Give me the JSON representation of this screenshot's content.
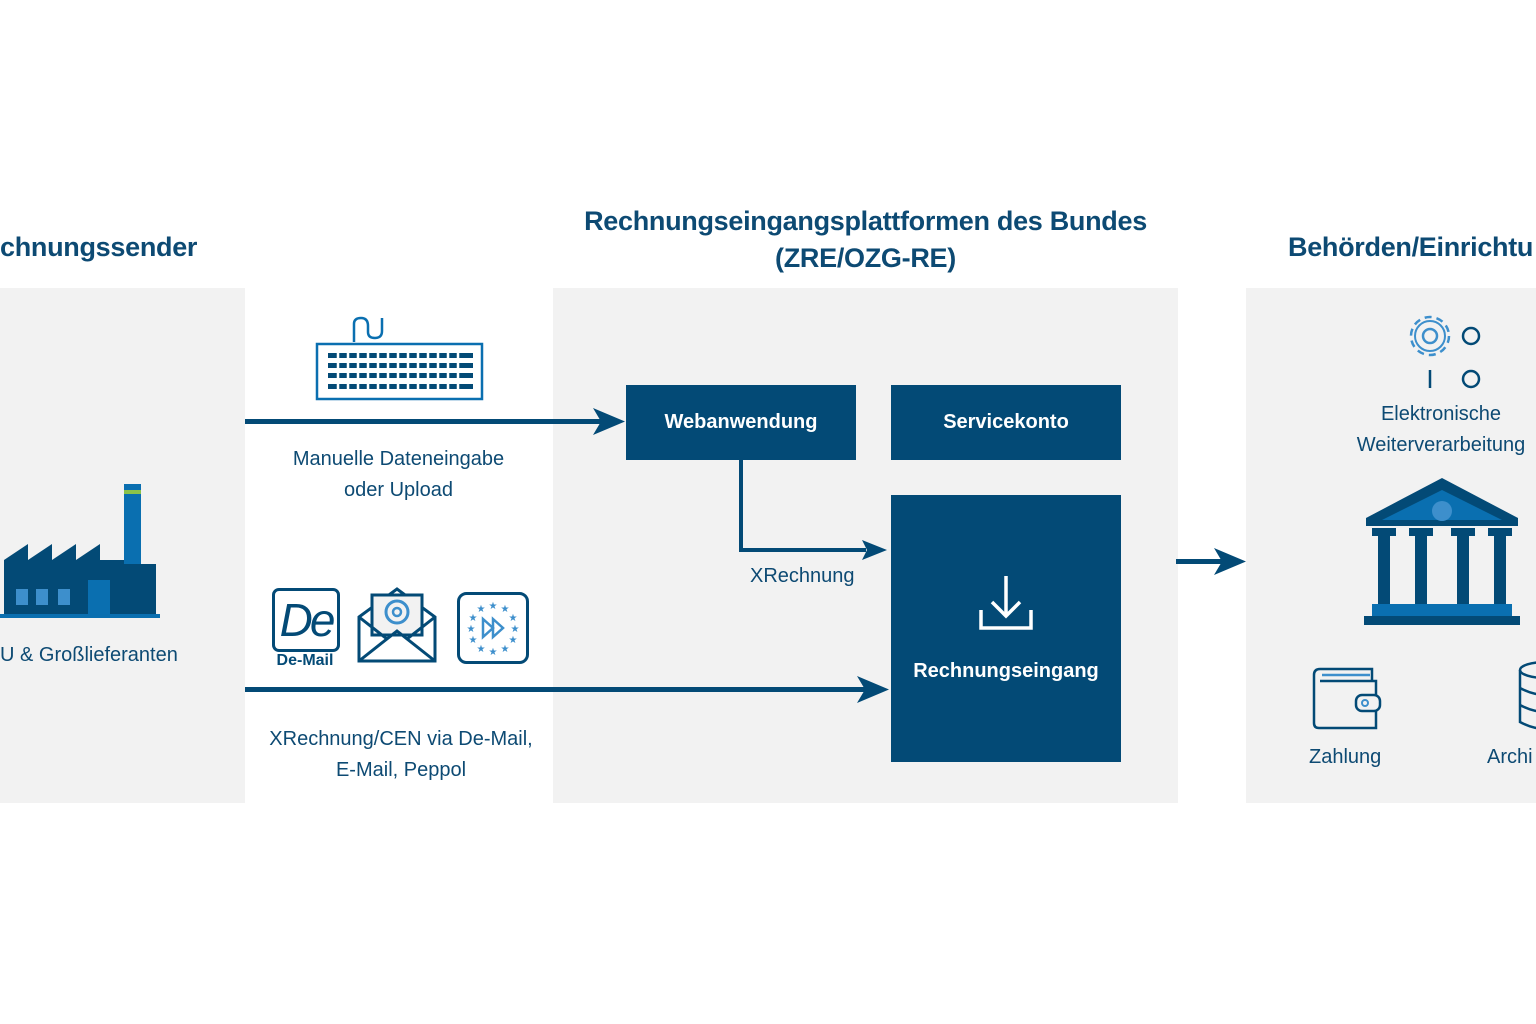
{
  "left": {
    "title": "chnungssender",
    "label": "U & Großlieferanten"
  },
  "center": {
    "title_line1": "Rechnungseingangsplattformen des Bundes",
    "title_line2": "(ZRE/OZG-RE)",
    "webanwendung": "Webanwendung",
    "servicekonto": "Servicekonto",
    "rechnungseingang": "Rechnungseingang",
    "xrechnung": "XRechnung"
  },
  "channels": {
    "manual_line1": "Manuelle Dateneingabe",
    "manual_line2": "oder Upload",
    "demail_icon_text": "De",
    "demail_label": "De-Mail",
    "xrechnung_line1": "XRechnung/CEN via De-Mail,",
    "xrechnung_line2": "E-Mail, Peppol"
  },
  "right": {
    "title": "Behörden/Einrichtu",
    "processing_line1": "Elektronische",
    "processing_line2": "Weiterverarbeitung",
    "payment": "Zahlung",
    "archive": "Archi"
  },
  "colors": {
    "dark": "#034a76",
    "medium": "#0a6fb0",
    "panel": "#f2f2f2"
  }
}
